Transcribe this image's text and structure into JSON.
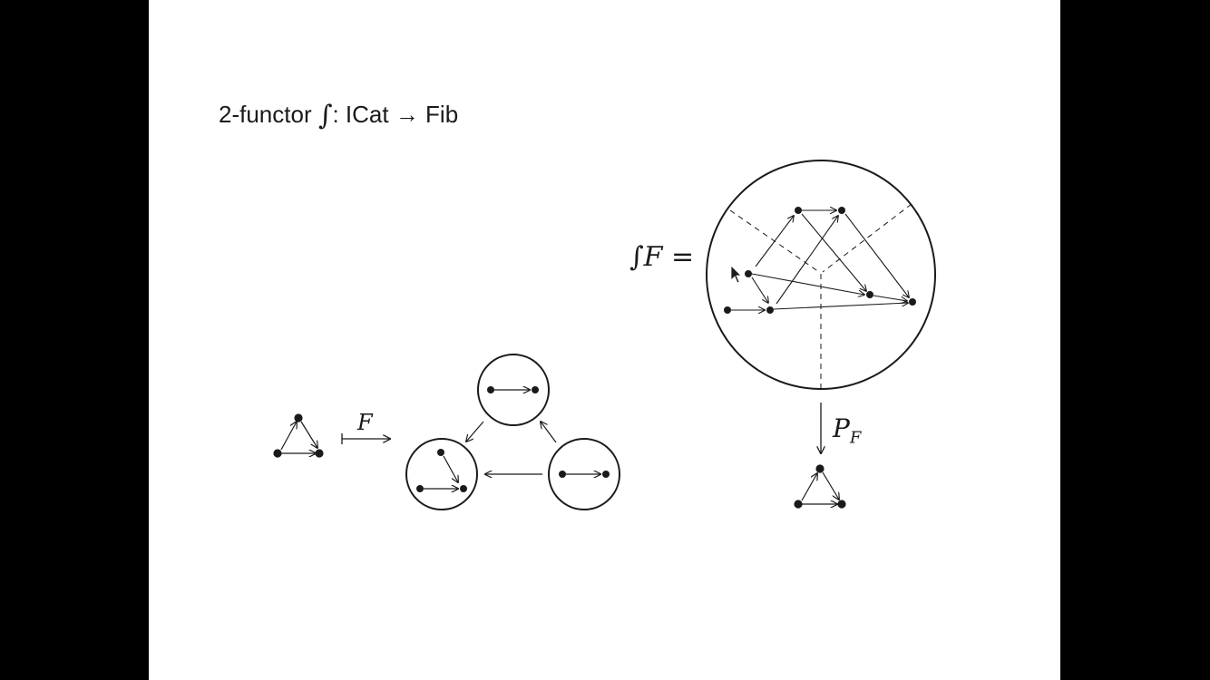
{
  "title": {
    "prefix": "2-functor ",
    "integral": "∫",
    "suffix": ": ICat → Fib"
  },
  "labels": {
    "grothendieck_integral": "∫",
    "grothendieck_rest": "F =",
    "functor": "F",
    "projection": "P",
    "projection_sub": "F"
  },
  "colors": {
    "frame_background": "#000000",
    "slide_background": "#ffffff",
    "ink": "#1a1a1a"
  }
}
